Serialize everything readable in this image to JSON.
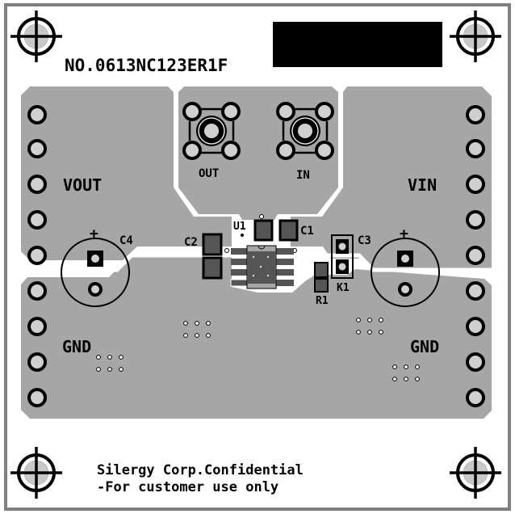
{
  "board": {
    "part_number": "NO.0613NC123ER1F",
    "footer_line1": "Silergy Corp.Confidential",
    "footer_line2": "-For customer use only",
    "colors": {
      "copper": "#a6a6a6",
      "pad_fill": "#d4d4d4",
      "smd_pad": "#555555",
      "silkscreen": "#000000",
      "background": "#ffffff",
      "border": "#808080"
    }
  },
  "connectors": {
    "out_label": "OUT",
    "in_label": "IN"
  },
  "terminals": {
    "vout_label": "VOUT",
    "vin_label": "VIN",
    "gnd_left_label": "GND",
    "gnd_right_label": "GND"
  },
  "components": {
    "u1": "U1",
    "c1": "C1",
    "c2": "C2",
    "c3": "C3",
    "c4": "C4",
    "r1": "R1",
    "k1": "K1",
    "c4_polarity": "+",
    "c3_polarity": "+"
  }
}
